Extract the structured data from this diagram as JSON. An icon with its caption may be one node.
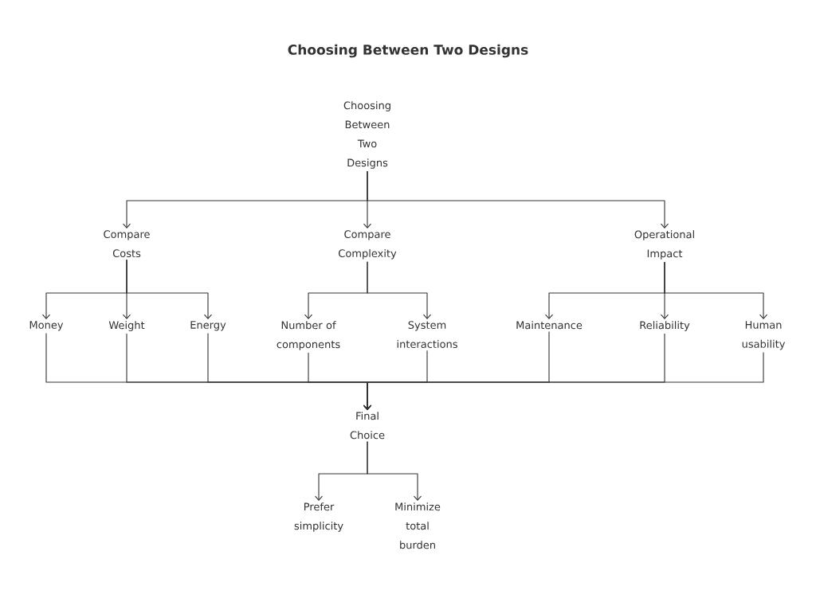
{
  "diagram": {
    "title": "Choosing Between Two Designs",
    "nodes": [
      {
        "text": [
          "Choosing Between Two Designs"
        ]
      },
      {
        "text": [
          "Compare Costs"
        ]
      },
      {
        "text": [
          "Compare Complexity"
        ]
      },
      {
        "text": [
          "Operational Impact"
        ]
      },
      {
        "text": [
          "Money"
        ]
      },
      {
        "text": [
          "Weight"
        ]
      },
      {
        "text": [
          "Energy"
        ]
      },
      {
        "text": [
          "Number of components"
        ]
      },
      {
        "text": [
          "System interactions"
        ]
      },
      {
        "text": [
          "Maintenance"
        ]
      },
      {
        "text": [
          "Reliability"
        ]
      },
      {
        "text": [
          "Human usability"
        ]
      },
      {
        "text": [
          "Final Choice"
        ]
      },
      {
        "text": [
          "Prefer simplicity"
        ]
      },
      {
        "text": [
          "Minimize total burden"
        ]
      }
    ],
    "edges": [
      {
        "from": 0,
        "to": 1,
        "arrow": "to"
      },
      {
        "from": 0,
        "to": 2,
        "arrow": "to"
      },
      {
        "from": 0,
        "to": 3,
        "arrow": "to"
      },
      {
        "from": 1,
        "to": 4,
        "arrow": "to"
      },
      {
        "from": 1,
        "to": 5,
        "arrow": "to"
      },
      {
        "from": 1,
        "to": 6,
        "arrow": "to"
      },
      {
        "from": 2,
        "to": 7,
        "arrow": "to"
      },
      {
        "from": 2,
        "to": 8,
        "arrow": "to"
      },
      {
        "from": 3,
        "to": 9,
        "arrow": "to"
      },
      {
        "from": 3,
        "to": 10,
        "arrow": "to"
      },
      {
        "from": 3,
        "to": 11,
        "arrow": "to"
      },
      {
        "from": 4,
        "to": 12,
        "arrow": "to"
      },
      {
        "from": 5,
        "to": 12,
        "arrow": "to"
      },
      {
        "from": 6,
        "to": 12,
        "arrow": "to"
      },
      {
        "from": 7,
        "to": 12,
        "arrow": "to"
      },
      {
        "from": 8,
        "to": 12,
        "arrow": "to"
      },
      {
        "from": 9,
        "to": 12,
        "arrow": "to"
      },
      {
        "from": 10,
        "to": 12,
        "arrow": "to"
      },
      {
        "from": 11,
        "to": 12,
        "arrow": "to"
      },
      {
        "from": 12,
        "to": 13,
        "arrow": "to"
      },
      {
        "from": 12,
        "to": 14,
        "arrow": "to"
      }
    ]
  }
}
